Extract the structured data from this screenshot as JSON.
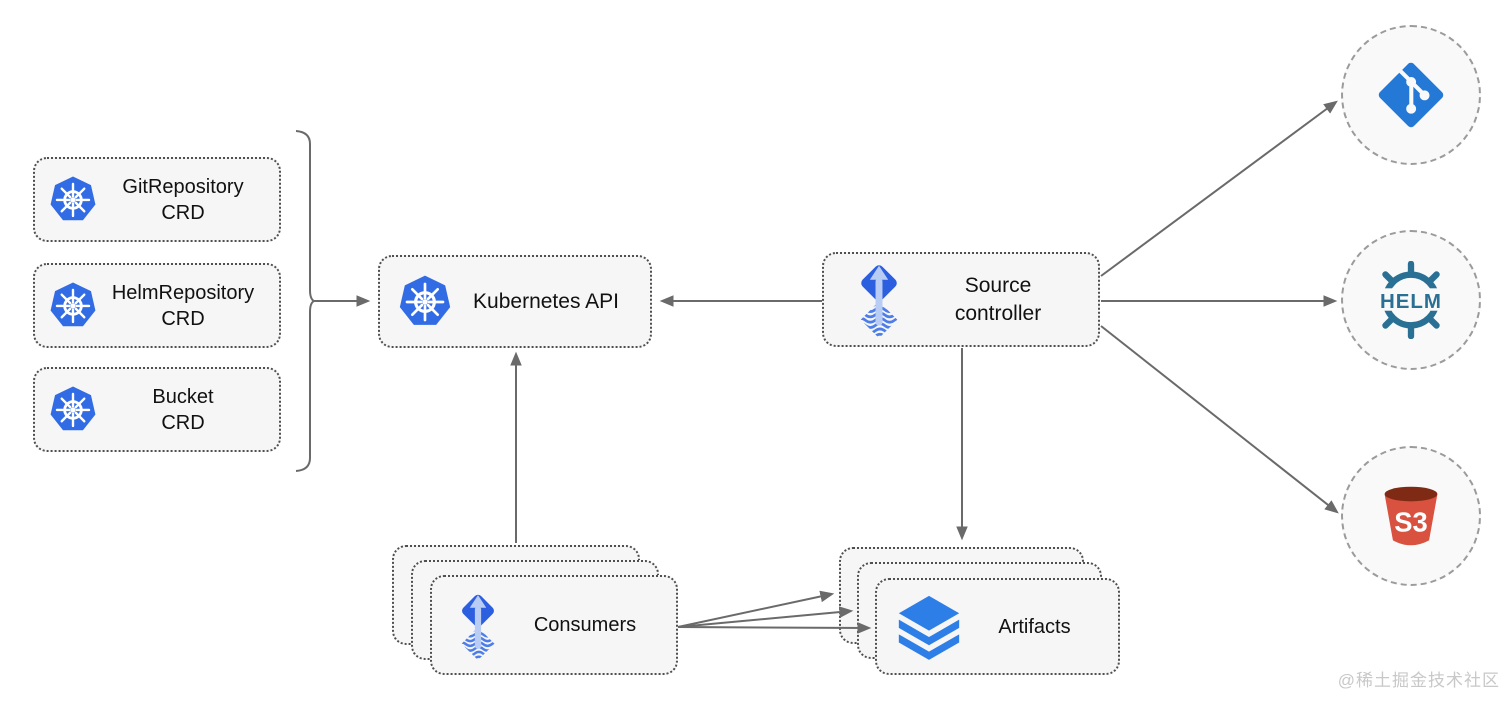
{
  "nodes": {
    "crds": [
      {
        "line1": "GitRepository",
        "line2": "CRD",
        "icon": "kubernetes-logo"
      },
      {
        "line1": "HelmRepository",
        "line2": "CRD",
        "icon": "kubernetes-logo"
      },
      {
        "line1": "Bucket",
        "line2": "CRD",
        "icon": "kubernetes-logo"
      }
    ],
    "kubernetes_api": {
      "label": "Kubernetes API",
      "icon": "kubernetes-logo"
    },
    "source_controller": {
      "line1": "Source",
      "line2": "controller",
      "icon": "flux-source-controller"
    },
    "consumers": {
      "label": "Consumers",
      "icon": "flux-source-controller",
      "stacked": 3
    },
    "artifacts": {
      "label": "Artifacts",
      "icon": "layers",
      "stacked": 3
    }
  },
  "external_targets": {
    "git": {
      "icon": "git-logo"
    },
    "helm": {
      "icon": "helm-logo",
      "label": "HELM"
    },
    "s3": {
      "icon": "s3-bucket",
      "label": "S3"
    }
  },
  "edges": [
    {
      "from": "crd-group",
      "to": "kubernetes-api"
    },
    {
      "from": "source-controller",
      "to": "kubernetes-api"
    },
    {
      "from": "consumers",
      "to": "kubernetes-api"
    },
    {
      "from": "source-controller",
      "to": "artifacts"
    },
    {
      "from": "source-controller",
      "to": "git"
    },
    {
      "from": "source-controller",
      "to": "helm"
    },
    {
      "from": "source-controller",
      "to": "s3"
    },
    {
      "from": "consumers",
      "to": "artifacts",
      "count": 3
    }
  ],
  "watermark": "@稀土掘金技术社区",
  "colors": {
    "kubernetes_blue": "#326ce5",
    "flux_diamond_blue": "#2c5fe0",
    "flux_wave_blue": "#4d7ee8",
    "git_blue": "#2579d6",
    "helm_teal": "#2a7095",
    "s3_red": "#d9513f",
    "s3_dark_red": "#7e2a14",
    "layers_blue": "#2e7ee7",
    "arrow_gray": "#6a6a6a",
    "node_background": "#f6f6f7",
    "node_border": "#4f4f4f",
    "circle_dash_gray": "#9b9b9b"
  }
}
